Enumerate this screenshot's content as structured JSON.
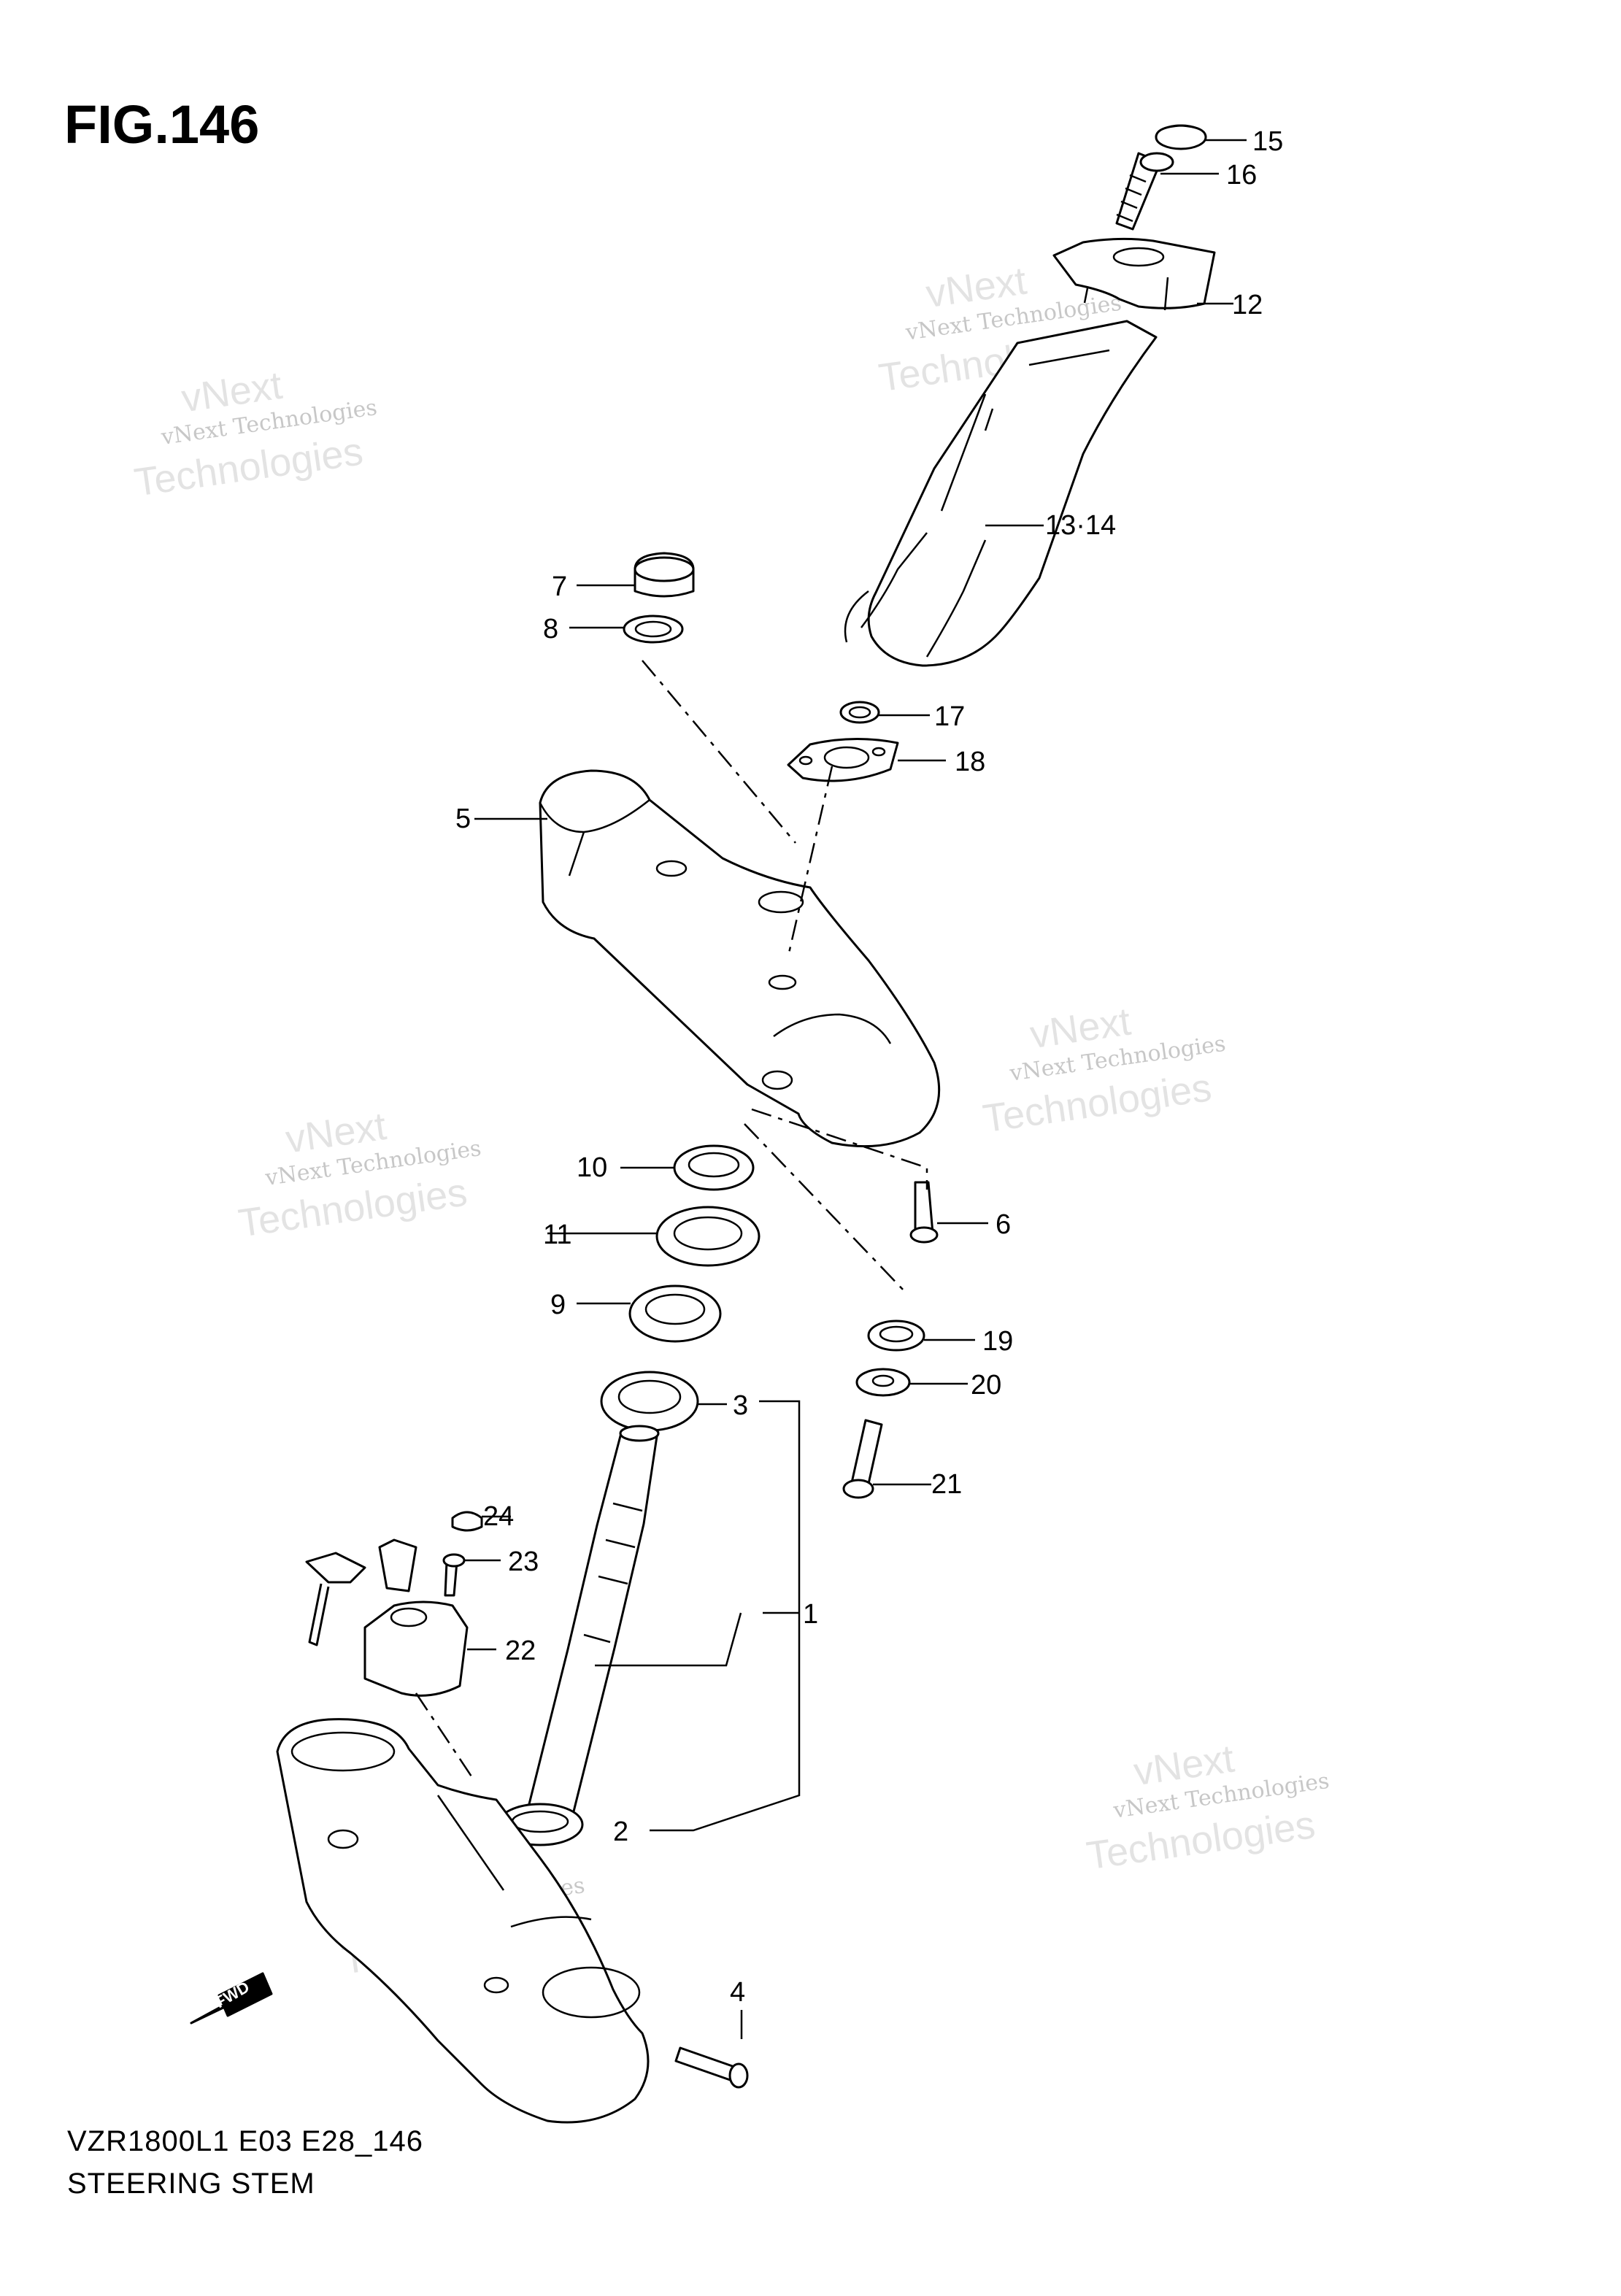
{
  "figure": {
    "title": "FIG.146",
    "model_code": "VZR1800L1 E03 E28_146",
    "diagram_name": "STEERING STEM",
    "direction_label": "FWD"
  },
  "watermark": {
    "line1": "vNext Technologies",
    "line2": "vNext",
    "line3": "Technologies"
  },
  "callouts": [
    "15",
    "16",
    "12",
    "13·14",
    "7",
    "8",
    "17",
    "18",
    "5",
    "10",
    "6",
    "11",
    "9",
    "19",
    "20",
    "3",
    "21",
    "24",
    "23",
    "1",
    "22",
    "2",
    "4"
  ]
}
